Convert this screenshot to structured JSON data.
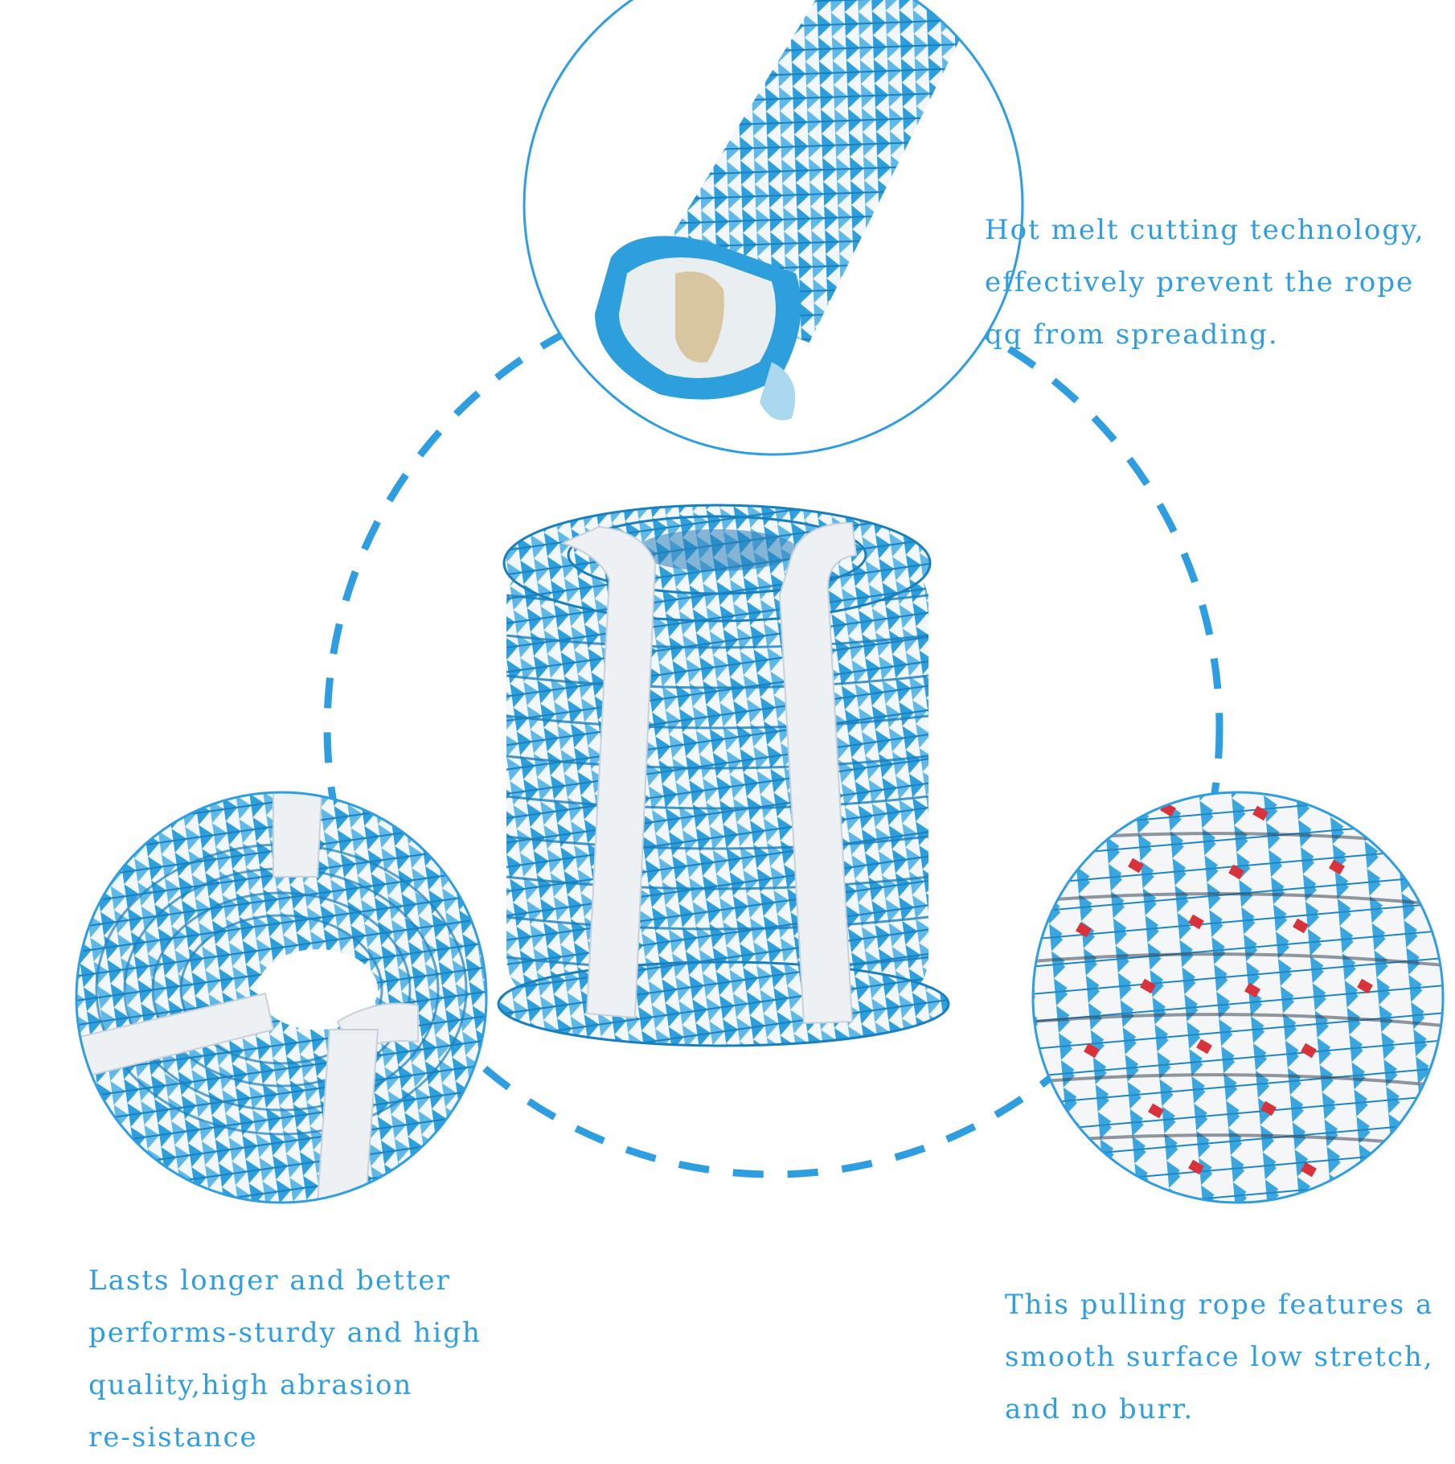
{
  "colors": {
    "accent": "#2f9ee0",
    "rope_blue": "#2c9fdc",
    "rope_white": "#f2f7fb",
    "fleck_red": "#d8323a",
    "core_tan": "#d8c6a0"
  },
  "callouts": {
    "top": {
      "lines": [
        "Hot melt cutting technology,",
        "effectively prevent the rope",
        "qq from spreading."
      ]
    },
    "left": {
      "lines": [
        "Lasts longer and better",
        "performs-sturdy and high",
        "quality,high abrasion",
        "re-sistance"
      ]
    },
    "right": {
      "lines": [
        "This pulling rope features a",
        "smooth surface low stretch,",
        "and no burr."
      ]
    }
  }
}
